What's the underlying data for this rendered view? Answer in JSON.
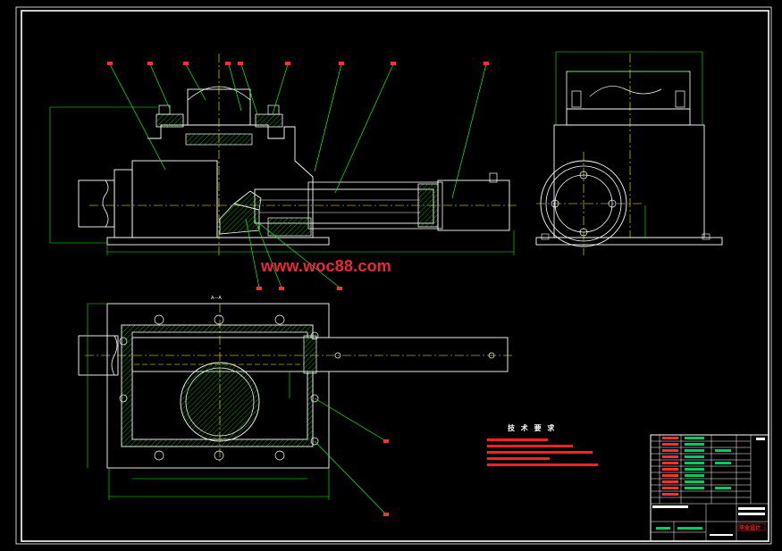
{
  "watermark": "www.woc88.com",
  "technical_requirements": {
    "title": "技 术 要 求"
  },
  "section_label": "A—A",
  "title_block": {
    "stamp": "毕业设计"
  },
  "colors": {
    "background": "#000000",
    "frame": "#ffffff",
    "dimension": "#00ff00",
    "leader": "#00ff00",
    "centerline": "#ffff00",
    "hatch": "#00ff00",
    "outline": "#ffffff",
    "watermark": "#e8283c",
    "notes": "#ff2020"
  }
}
